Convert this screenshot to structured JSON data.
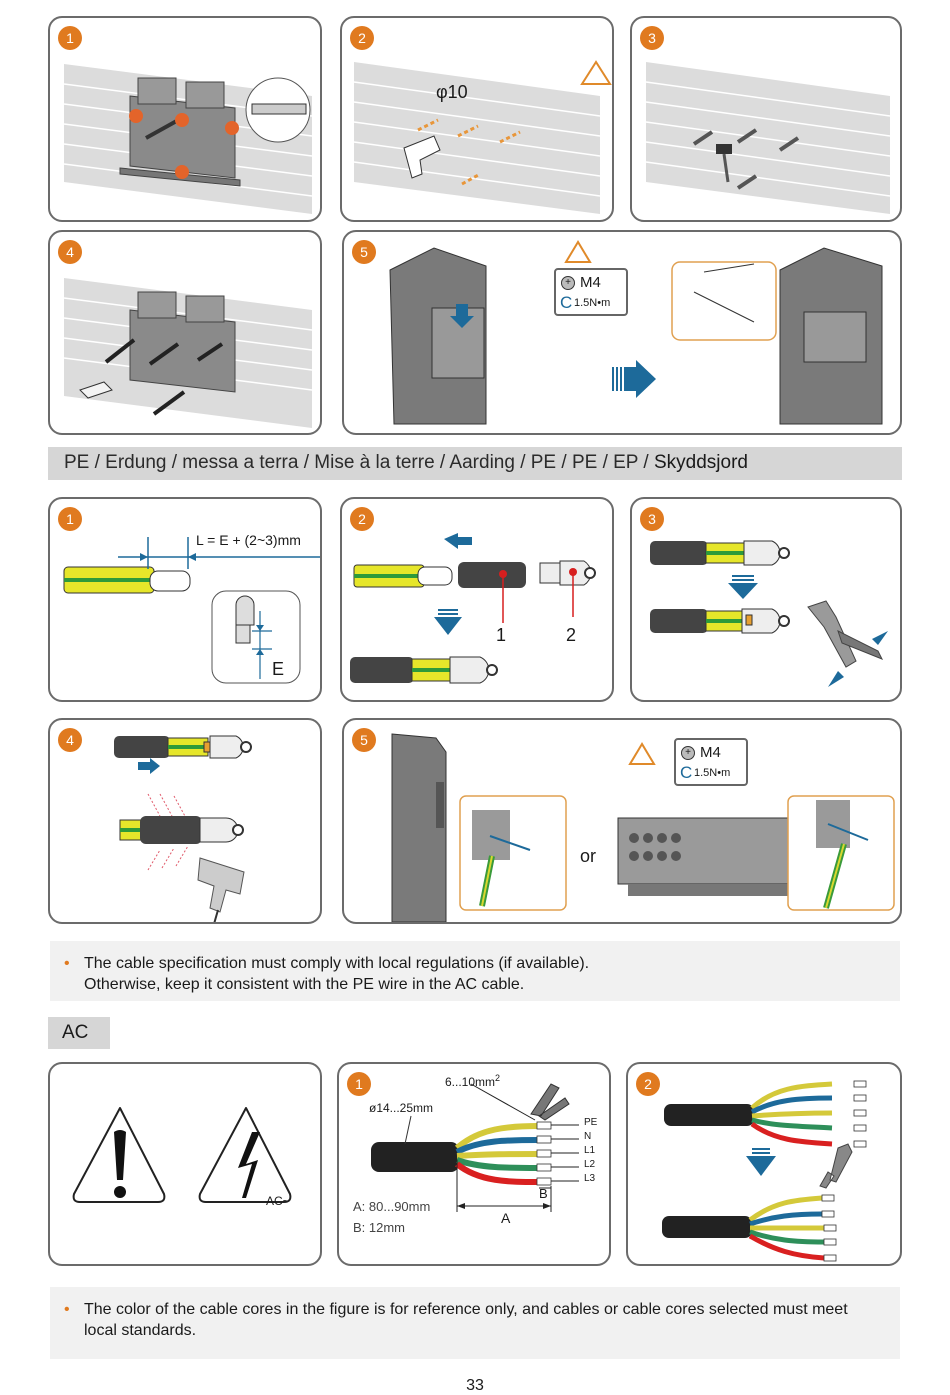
{
  "mounting": {
    "steps": [
      {
        "number": "1",
        "description": "mounting-plate-alignment"
      },
      {
        "number": "2",
        "hole_diameter": "φ10"
      },
      {
        "number": "3"
      },
      {
        "number": "4"
      },
      {
        "number": "5",
        "screw": "M4",
        "torque": "1.5N•m"
      }
    ]
  },
  "pe_section": {
    "title_normal": "PE / Erdung / messa a terra / Mise à la terre / Aarding / PE / PE / EP / ",
    "title_emph": "Skyddsjord",
    "steps": [
      {
        "number": "1",
        "formula": "L = E + (2~3)mm",
        "dim_label": "E"
      },
      {
        "number": "2",
        "callout_1": "1",
        "callout_2": "2"
      },
      {
        "number": "3"
      },
      {
        "number": "4"
      },
      {
        "number": "5",
        "screw": "M4",
        "torque": "1.5N•m",
        "or_label": "or"
      }
    ],
    "note_line1": "The cable specification must comply with local regulations (if available).",
    "note_line2": "Otherwise, keep it consistent with the PE wire in the AC cable."
  },
  "ac_section": {
    "title": "AC",
    "warning_label": "AC~",
    "step1": {
      "number": "1",
      "cross_section": "6...10mm",
      "cross_section_sup": "2",
      "diameter": "ø14...25mm",
      "wires": [
        "PE",
        "N",
        "L1",
        "L2",
        "L3"
      ],
      "dim_a_label": "A",
      "dim_b_label": "B",
      "spec_a": "A: 80...90mm",
      "spec_b": "B: 12mm"
    },
    "step2": {
      "number": "2"
    },
    "note": "The color of the cable cores in the figure is for reference only, and cables or cable cores selected must meet local standards."
  },
  "colors": {
    "accent": "#e07a1f",
    "arrow_blue": "#1d6a9a",
    "pe_yellow": "#e6e62a",
    "pe_green": "#2e9a3a",
    "wire_blue": "#1d6a9a",
    "wire_red": "#d92020"
  },
  "page_number": "33"
}
